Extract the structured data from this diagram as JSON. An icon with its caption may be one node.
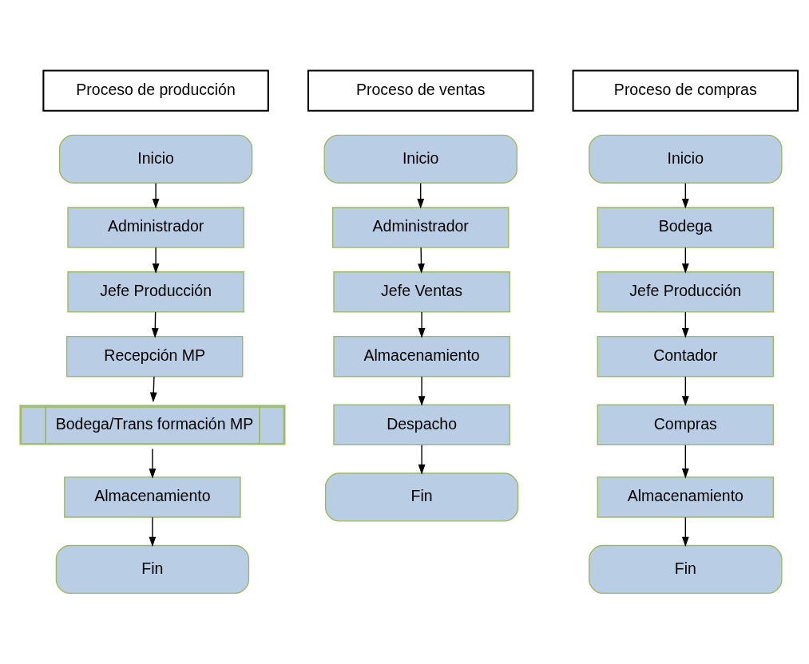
{
  "diagram": {
    "nodes": [
      {
        "text": [
          "Proceso de producción"
        ]
      },
      {
        "text": [
          "Inicio"
        ]
      },
      {
        "text": [
          "Administrador"
        ]
      },
      {
        "text": [
          "Jefe Producción"
        ]
      },
      {
        "text": [
          "Recepción MP"
        ]
      },
      {
        "text": [
          "Bodega/Trans formación MP"
        ]
      },
      {
        "text": [
          "Almacenamiento"
        ]
      },
      {
        "text": [
          "Fin"
        ]
      },
      {
        "text": [
          "Proceso de ventas"
        ]
      },
      {
        "text": [
          "Inicio"
        ]
      },
      {
        "text": [
          "Administrador"
        ]
      },
      {
        "text": [
          "Jefe Ventas"
        ]
      },
      {
        "text": [
          "Almacenamiento"
        ]
      },
      {
        "text": [
          "Despacho"
        ]
      },
      {
        "text": [
          "Fin"
        ]
      },
      {
        "text": [
          "Proceso de compras"
        ]
      },
      {
        "text": [
          "Inicio"
        ]
      },
      {
        "text": [
          "Bodega"
        ]
      },
      {
        "text": [
          "Jefe Producción"
        ]
      },
      {
        "text": [
          "Contador"
        ]
      },
      {
        "text": [
          "Compras"
        ]
      },
      {
        "text": [
          "Almacenamiento"
        ]
      },
      {
        "text": [
          "Fin"
        ]
      }
    ],
    "edges": [
      {
        "from": 1,
        "to": 2,
        "arrow": "to"
      },
      {
        "from": 2,
        "to": 3,
        "arrow": "to"
      },
      {
        "from": 3,
        "to": 4,
        "arrow": "to"
      },
      {
        "from": 4,
        "to": 5,
        "arrow": "to"
      },
      {
        "from": 5,
        "to": 6,
        "arrow": "to"
      },
      {
        "from": 6,
        "to": 7,
        "arrow": "to"
      },
      {
        "from": 9,
        "to": 10,
        "arrow": "to"
      },
      {
        "from": 10,
        "to": 11,
        "arrow": "to"
      },
      {
        "from": 11,
        "to": 12,
        "arrow": "to"
      },
      {
        "from": 12,
        "to": 13,
        "arrow": "to"
      },
      {
        "from": 13,
        "to": 14,
        "arrow": "to"
      },
      {
        "from": 16,
        "to": 17,
        "arrow": "to"
      },
      {
        "from": 17,
        "to": 18,
        "arrow": "to"
      },
      {
        "from": 18,
        "to": 19,
        "arrow": "to"
      },
      {
        "from": 19,
        "to": 20,
        "arrow": "to"
      },
      {
        "from": 20,
        "to": 21,
        "arrow": "to"
      },
      {
        "from": 21,
        "to": 22,
        "arrow": "to"
      }
    ]
  }
}
